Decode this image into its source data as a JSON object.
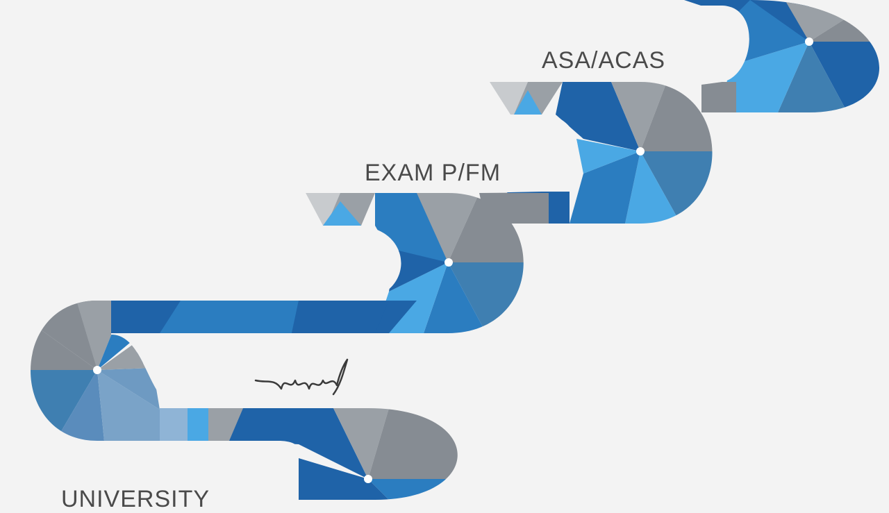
{
  "steps": [
    {
      "id": "university",
      "label": "UNIVERSITY"
    },
    {
      "id": "exam",
      "label": "EXAM P/FM"
    },
    {
      "id": "acas",
      "label": "ASA/ACAS"
    }
  ],
  "colors": {
    "background": "#f3f3f3",
    "label_text": "#4a4a4a",
    "dark_blue": "#1f63a8",
    "mid_blue": "#2b7dc0",
    "light_blue": "#4aa8e4",
    "steel_blue": "#3f7fb1",
    "gray": "#9aa0a6",
    "dark_gray": "#868c93",
    "pale_gray": "#c8cbce",
    "dot": "#ffffff"
  },
  "icons": [
    "scribble-mark"
  ]
}
